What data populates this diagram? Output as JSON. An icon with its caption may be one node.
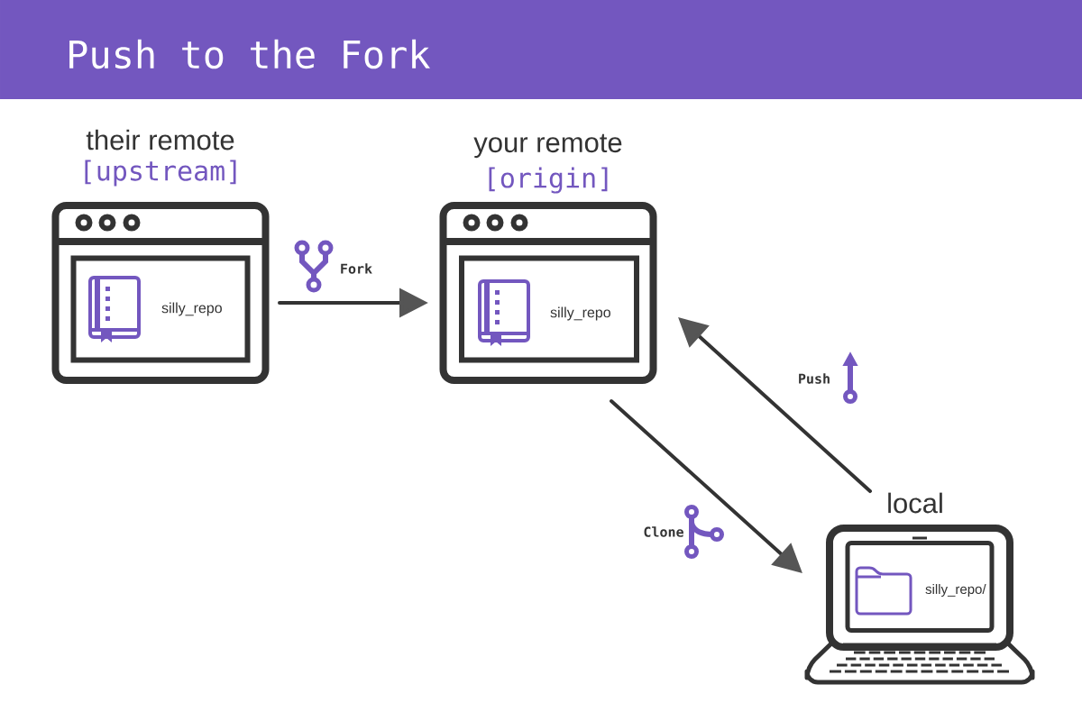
{
  "diagram": {
    "title": "Push to the Fork",
    "nodes": [
      {
        "text": [
          "their remote",
          "[upstream]"
        ]
      },
      {
        "text": [
          "silly_repo"
        ],
        "in": 0
      },
      {
        "text": [
          "your remote",
          "[origin]"
        ]
      },
      {
        "text": [
          "silly_repo"
        ],
        "in": 2
      },
      {
        "text": [
          "local"
        ]
      },
      {
        "text": [
          "silly_repo/"
        ],
        "in": 4
      }
    ],
    "edges": [
      {
        "from": 0,
        "to": 2,
        "arrow": "to",
        "label": "Fork"
      },
      {
        "from": 2,
        "to": 4,
        "arrow": "to",
        "label": "Clone"
      },
      {
        "from": 4,
        "to": 2,
        "arrow": "to",
        "label": "Push"
      }
    ]
  }
}
